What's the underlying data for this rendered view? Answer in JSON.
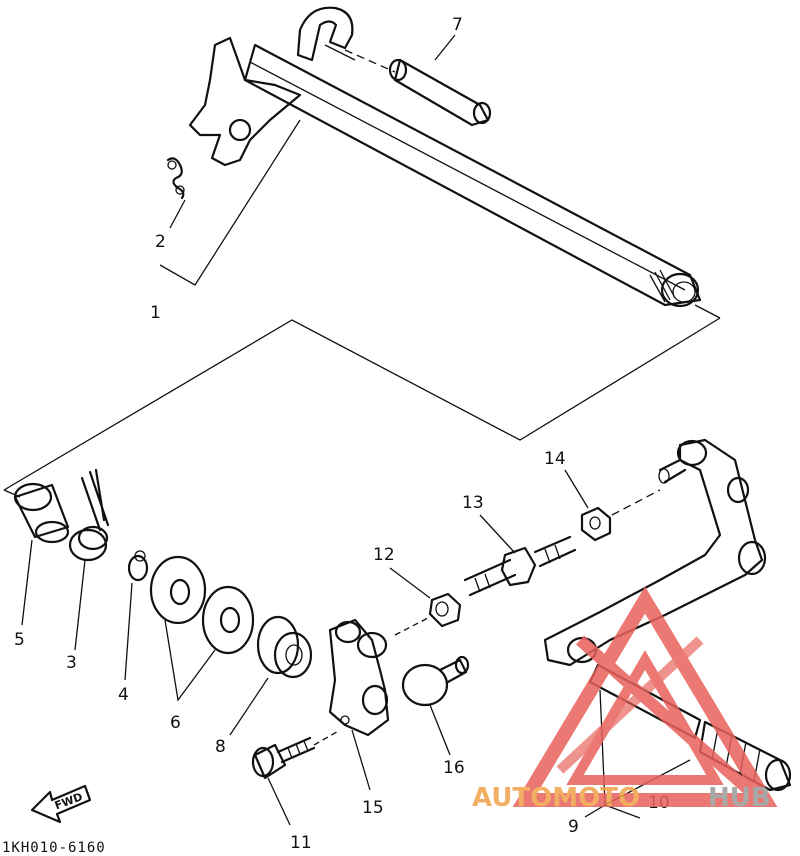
{
  "diagram": {
    "part_number_code": "1KH010-6160",
    "fwd_label": "FWD",
    "callouts": [
      "1",
      "2",
      "3",
      "4",
      "5",
      "6",
      "7",
      "8",
      "9",
      "10",
      "11",
      "12",
      "13",
      "14",
      "15",
      "16"
    ]
  },
  "watermark": {
    "part1": "AUTOMOTO",
    "part2": "HUB",
    "colors": {
      "red": "#e8615a",
      "orange": "#f0a24a",
      "gray": "#9a9a9a"
    }
  },
  "colors": {
    "ink": "#111111",
    "paper": "#ffffff"
  }
}
